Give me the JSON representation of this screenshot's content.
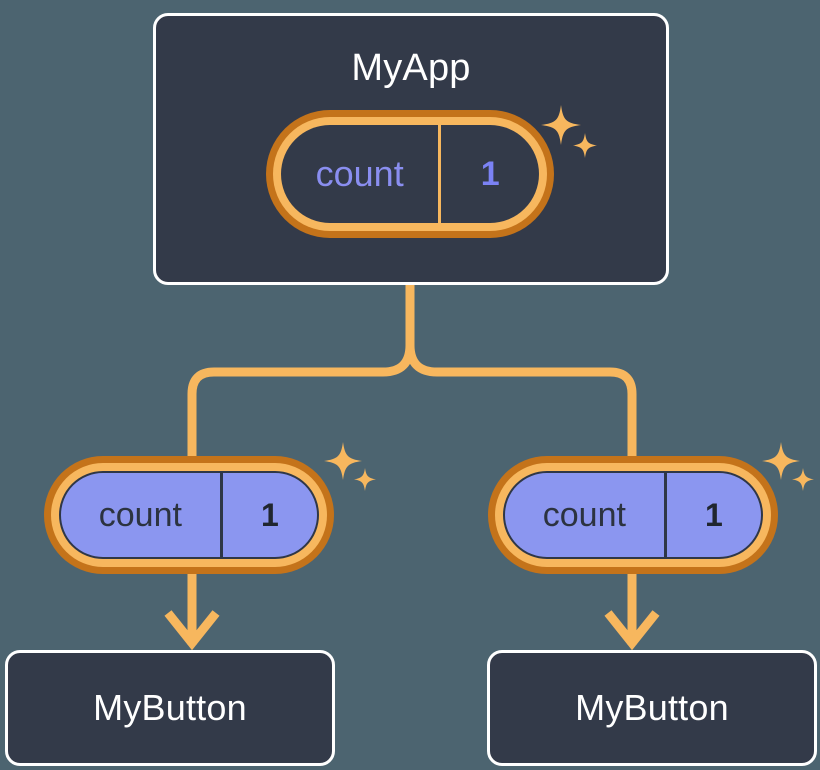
{
  "diagram": {
    "title_semantic": "react-state-propagation-tree",
    "background_color": "#4c6470"
  },
  "colors": {
    "card_fill": "#333a49",
    "card_border": "#ffffff",
    "pill_outer_ring": "#c4731a",
    "pill_inner_ring": "#f7b75e",
    "pill_leaf_fill": "#8b96f0",
    "pill_leaf_divider": "#2f3747",
    "connector": "#f7b75e",
    "sparkle": "#f7b75e",
    "text_white": "#ffffff",
    "text_periwinkle": "#8a8ef0",
    "text_dark": "#2c3340"
  },
  "root": {
    "label": "MyApp",
    "state": {
      "key": "count",
      "value": "1"
    }
  },
  "children": [
    {
      "state": {
        "key": "count",
        "value": "1"
      },
      "label": "MyButton"
    },
    {
      "state": {
        "key": "count",
        "value": "1"
      },
      "label": "MyButton"
    }
  ]
}
